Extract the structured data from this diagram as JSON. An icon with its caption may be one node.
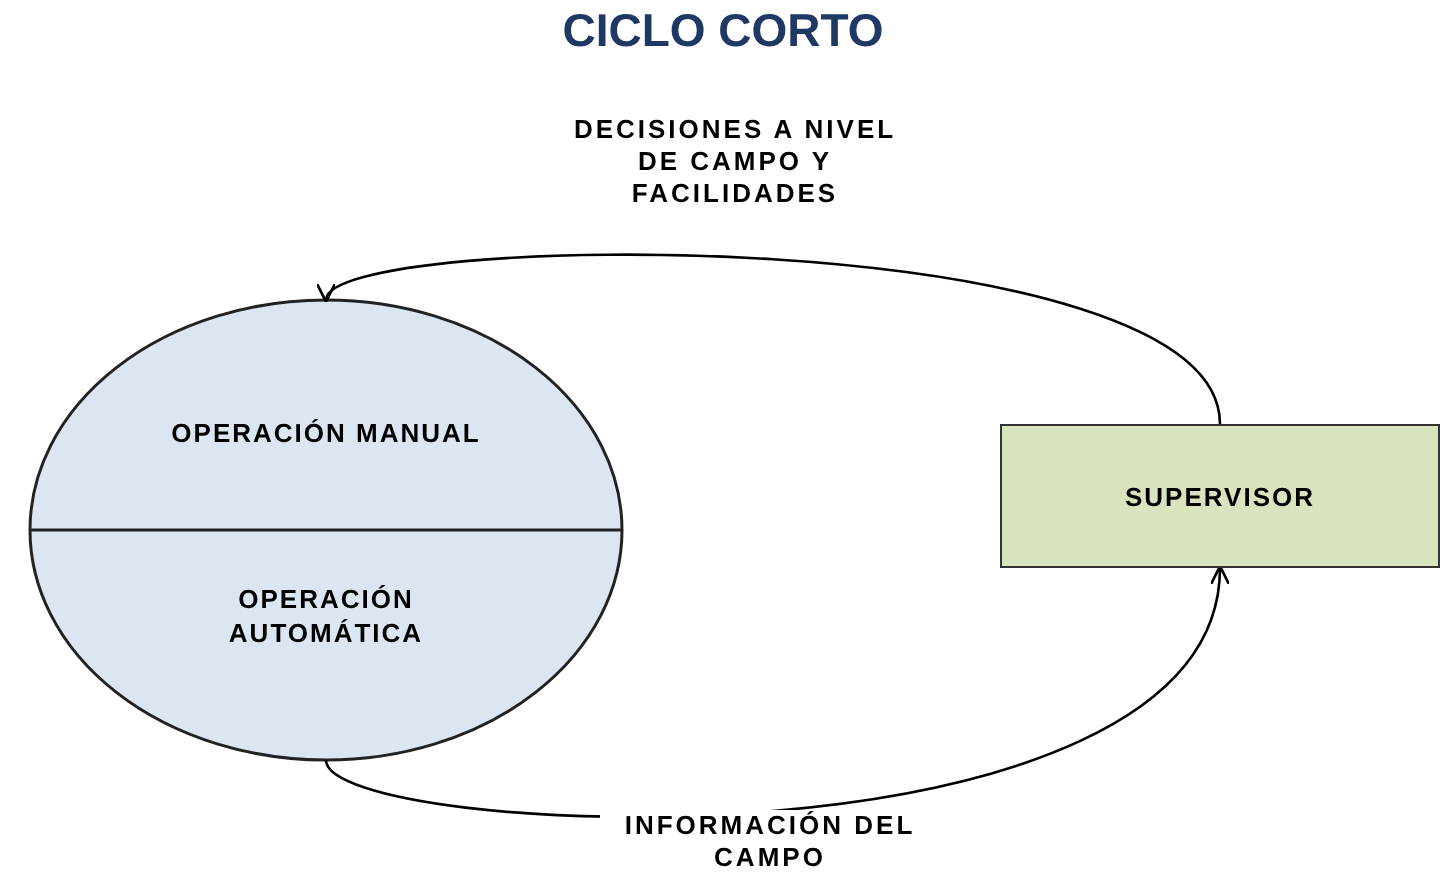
{
  "diagram": {
    "title": "CICLO CORTO",
    "nodes": [
      {
        "text": [
          "OPERACIÓN MANUAL",
          "OPERACIÓN AUTOMÁTICA"
        ]
      },
      {
        "text": [
          "SUPERVISOR"
        ]
      }
    ],
    "edges": [
      {
        "from": 1,
        "to": 0,
        "arrow": "to",
        "label": "DECISIONES A NIVEL DE CAMPO Y FACILIDADES"
      },
      {
        "from": 0,
        "to": 1,
        "arrow": "to",
        "label": "INFORMACIÓN DEL CAMPO"
      }
    ]
  }
}
